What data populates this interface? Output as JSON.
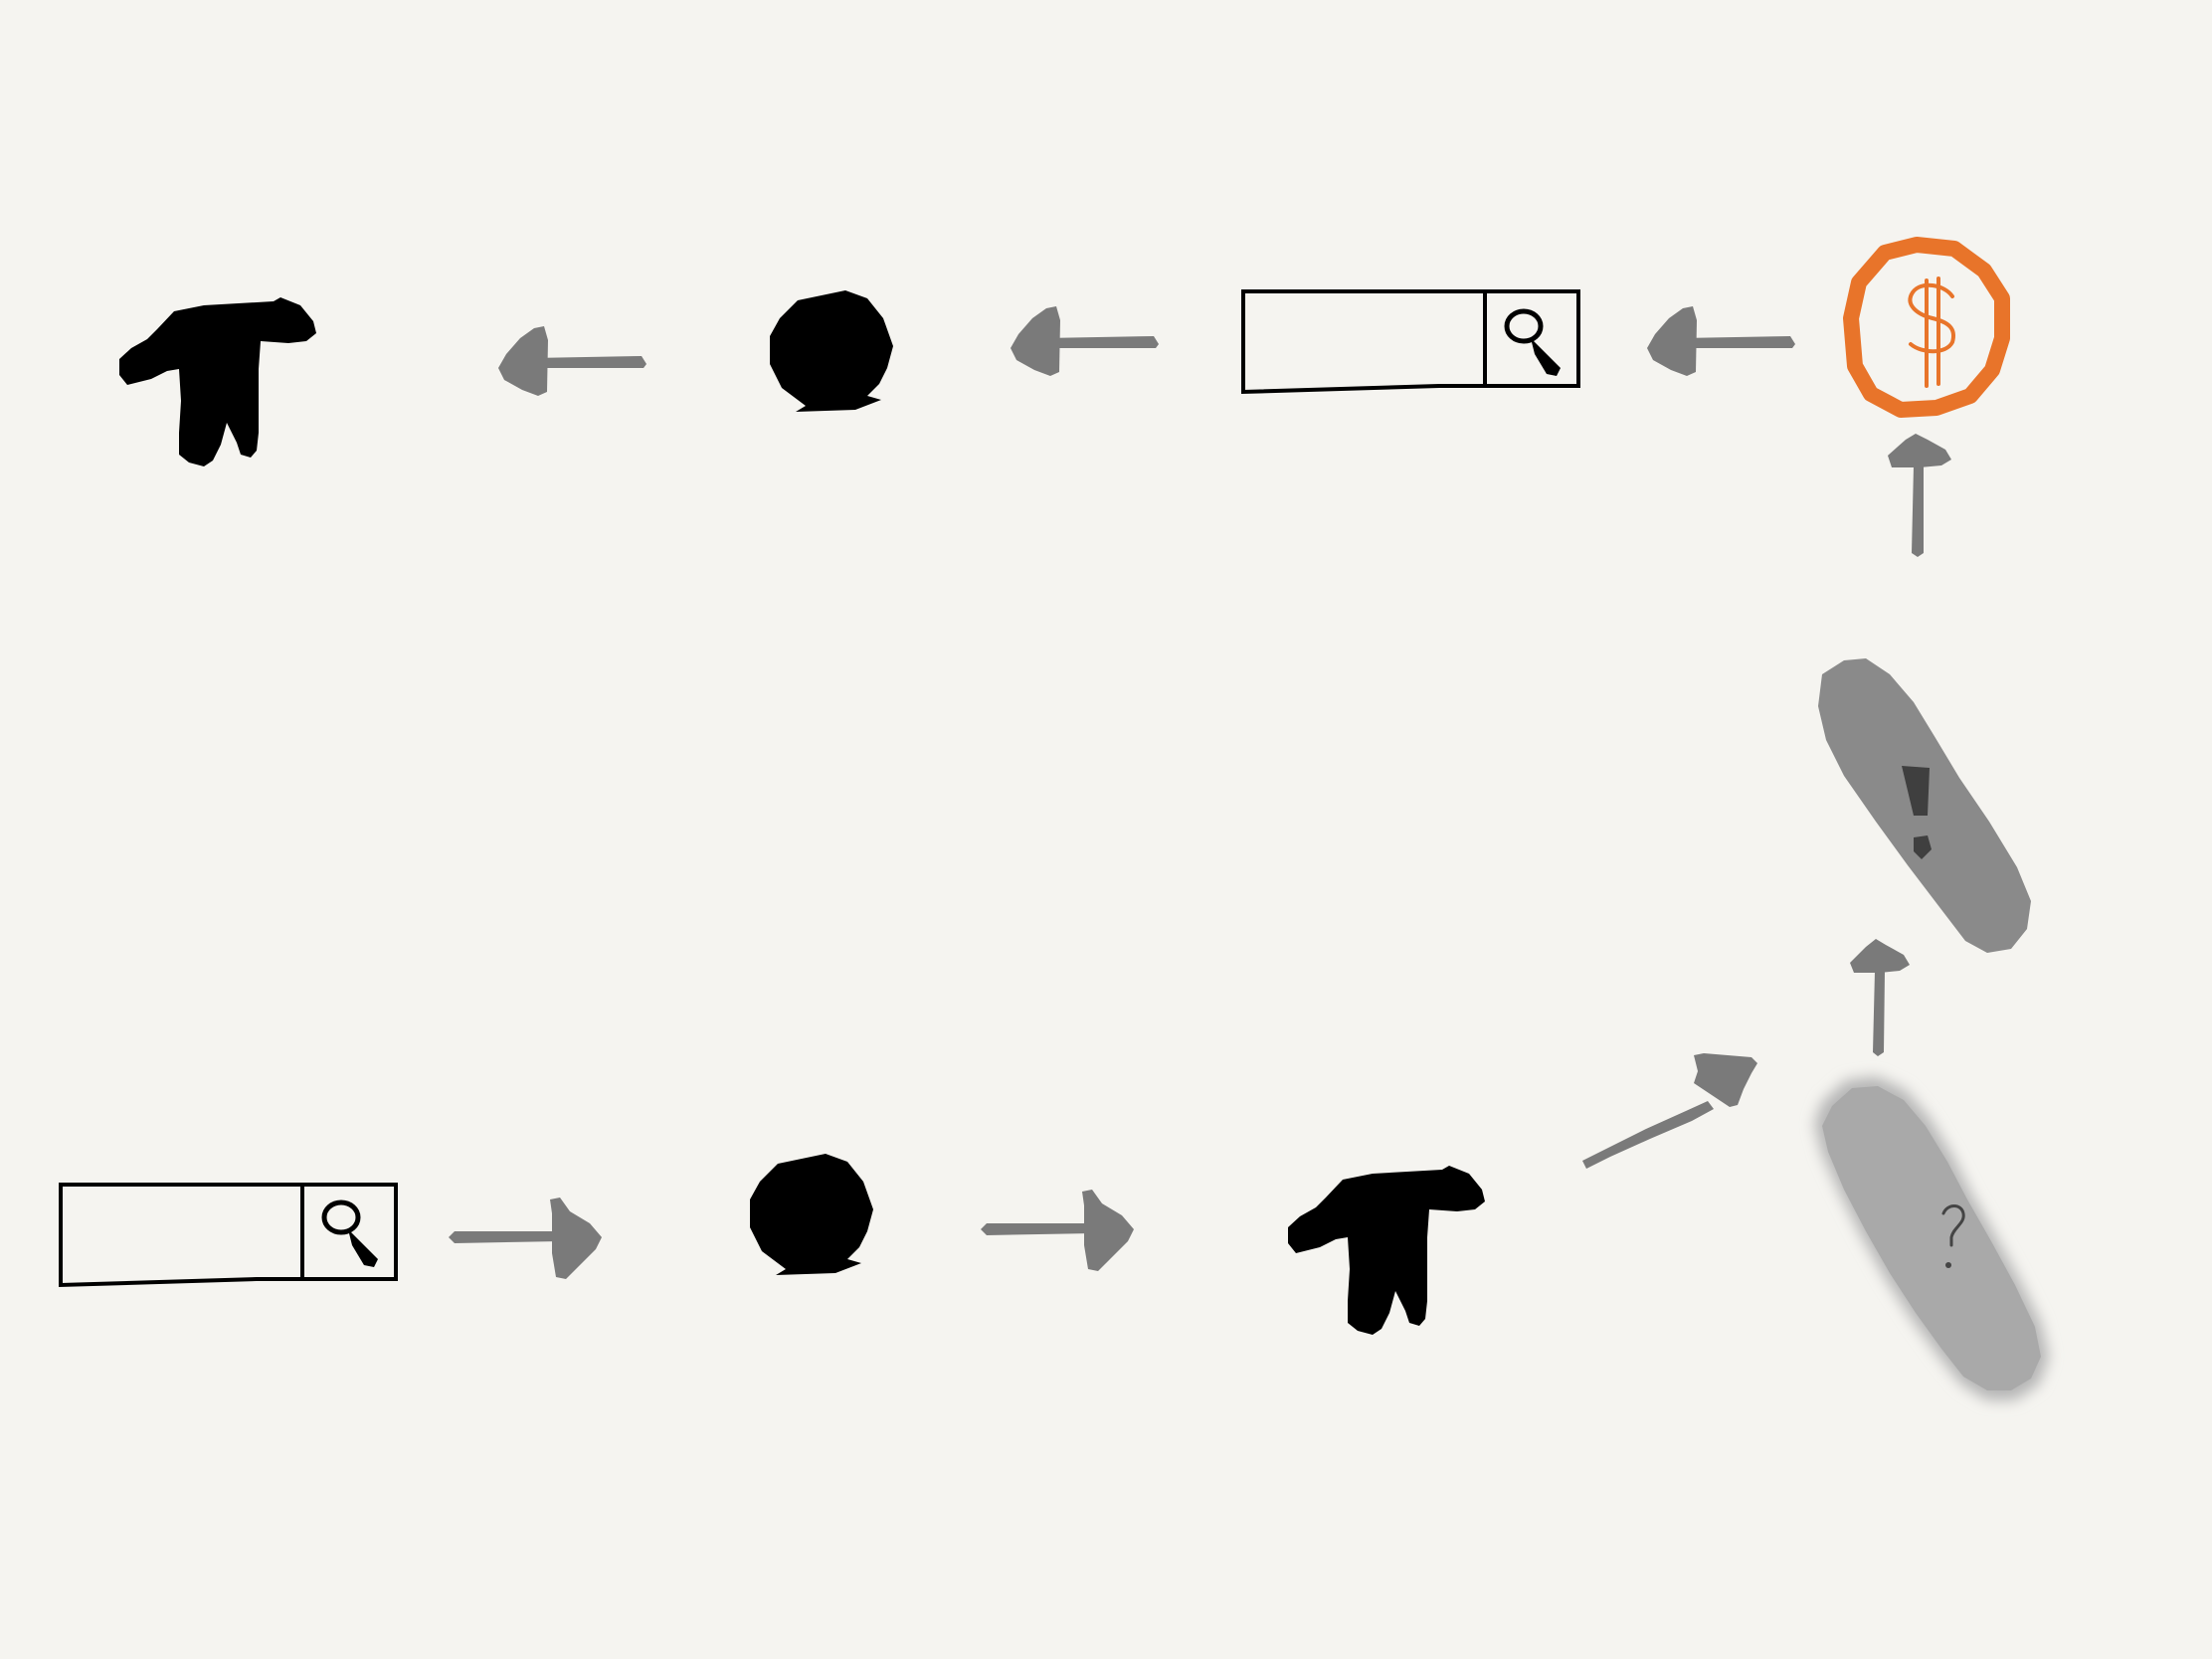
{
  "diagram": {
    "background": "#f5f4f0",
    "ink_color": "#000000",
    "arrow_color": "#7a7a7a",
    "accent_color": "#e8742a",
    "bottom_row": [
      {
        "id": "search-box",
        "icon": "search-icon"
      },
      {
        "id": "circle",
        "icon": "circle-icon"
      },
      {
        "id": "shirt",
        "icon": "shirt-icon"
      }
    ],
    "right_column": [
      {
        "id": "question-pill",
        "icon": "blurred-pill-icon",
        "symbol": "?"
      },
      {
        "id": "exclamation-pill",
        "icon": "pill-icon",
        "symbol": "!"
      },
      {
        "id": "dollar-coin",
        "icon": "dollar-icon",
        "symbol": "$"
      }
    ],
    "top_row": [
      {
        "id": "search-box",
        "icon": "search-icon"
      },
      {
        "id": "circle",
        "icon": "circle-icon"
      },
      {
        "id": "shirt",
        "icon": "shirt-icon"
      }
    ]
  }
}
